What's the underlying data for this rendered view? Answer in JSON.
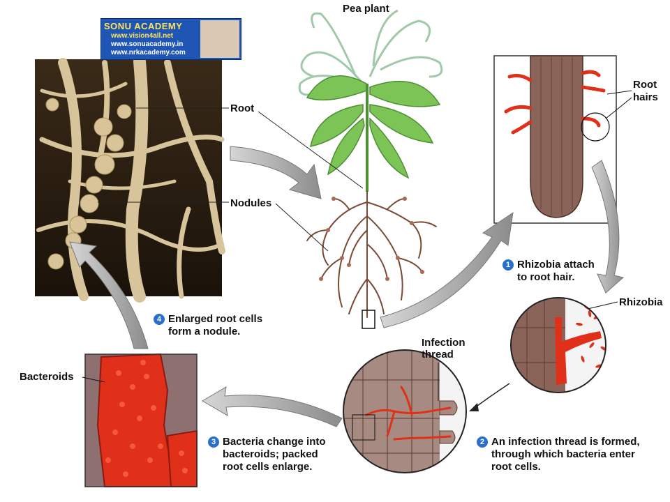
{
  "watermark": {
    "title": "SONU ACADEMY",
    "line1": "www.vision4all.net",
    "line2": "www.sonuacademy.in",
    "line3": "www.nrkacademy.com"
  },
  "labels": {
    "pea_plant": "Pea plant",
    "root": "Root",
    "nodules": "Nodules",
    "root_hairs_1": "Root",
    "root_hairs_2": "hairs",
    "rhizobia": "Rhizobia",
    "infection_thread_1": "Infection",
    "infection_thread_2": "thread",
    "bacteroids": "Bacteroids"
  },
  "steps": [
    {
      "num": "1",
      "line1": "Rhizobia attach",
      "line2": "to root hair."
    },
    {
      "num": "2",
      "line1": "An infection thread is formed,",
      "line2": "through which bacteria enter",
      "line3": "root cells."
    },
    {
      "num": "3",
      "line1": "Bacteria change into",
      "line2": "bacteroids; packed",
      "line3": "root cells enlarge."
    },
    {
      "num": "4",
      "line1": "Enlarged root cells",
      "line2": "form a nodule."
    }
  ],
  "colors": {
    "root_tissue": "#8a6458",
    "bacteria_red": "#e0301a",
    "leaf_green": "#6fbf4a",
    "arrow_gray": "#9a9a9a",
    "step_badge": "#2a6fc9"
  }
}
